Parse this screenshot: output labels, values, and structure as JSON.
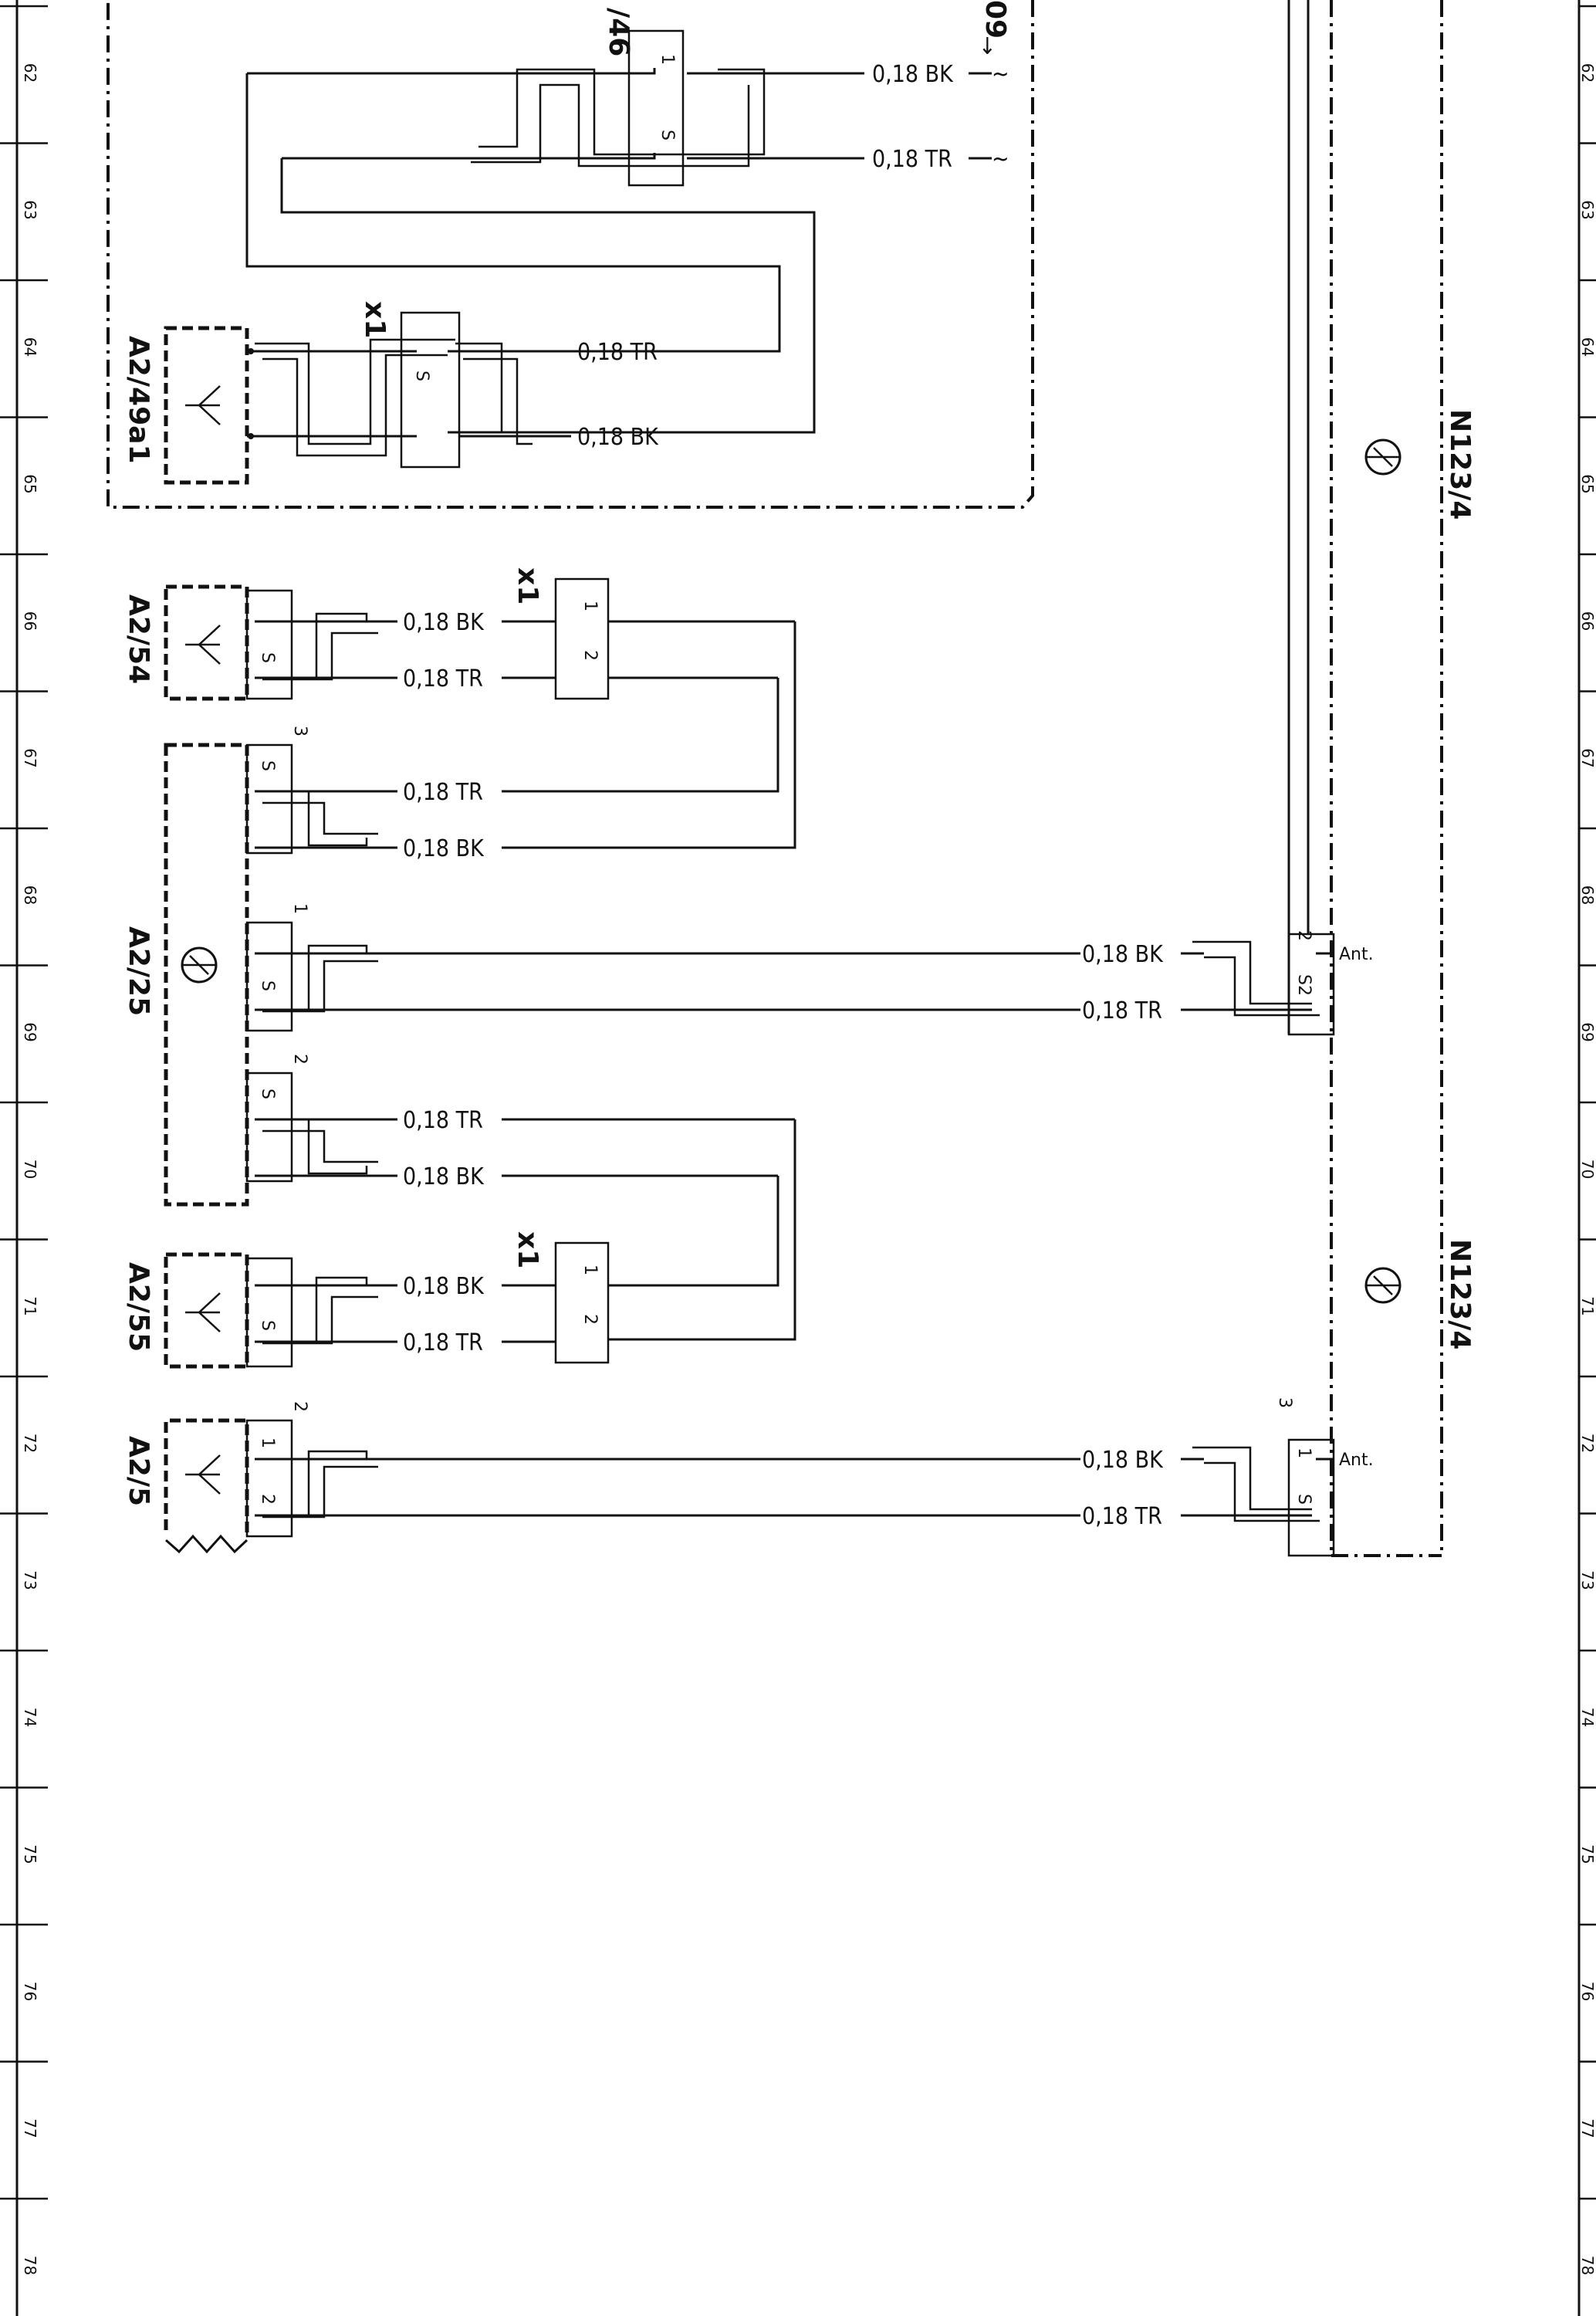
{
  "row_numbers": [
    "62",
    "63",
    "64",
    "65",
    "66",
    "67",
    "68",
    "69",
    "70",
    "71",
    "72",
    "73",
    "74",
    "75",
    "76",
    "77",
    "78"
  ],
  "components": {
    "a2_49a1": "A2/49a1",
    "frag_46": "/46",
    "a2_54": "A2/54",
    "a2_25": "A2/25",
    "a2_55": "A2/55",
    "a2_5": "A2/5",
    "n123_4_upper": "N123/4",
    "n123_4_lower": "N123/4",
    "x1_a": "x1",
    "x1_b": "x1",
    "x1_c": "x1",
    "top_ref": "09"
  },
  "wires": {
    "w1": "0,18 BK",
    "w2": "0,18 TR",
    "w3": "0,18 TR",
    "w4": "0,18 BK",
    "w5": "0,18 BK",
    "w6": "0,18 TR",
    "w7": "0,18 TR",
    "w8": "0,18 BK",
    "w9": "0,18 BK",
    "w10": "0,18 TR",
    "w11": "0,18 TR",
    "w12": "0,18 BK",
    "w13": "0,18 BK",
    "w14": "0,18 TR",
    "w15": "0,18 BK",
    "w16": "0,18 TR"
  },
  "pins": {
    "one": "1",
    "two": "2",
    "three": "3",
    "s": "S",
    "s2": "S2",
    "ant": "Ant."
  }
}
